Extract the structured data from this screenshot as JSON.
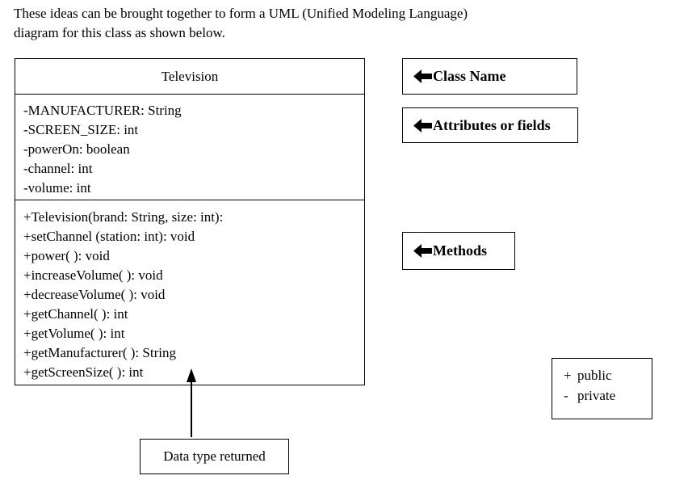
{
  "intro": {
    "line1": "These ideas can be brought together to form a UML (Unified Modeling Language)",
    "line2": "diagram for this class as shown below."
  },
  "uml_class": {
    "name": "Television",
    "attributes": [
      "-MANUFACTURER: String",
      "-SCREEN_SIZE: int",
      "-powerOn: boolean",
      "-channel: int",
      "-volume: int"
    ],
    "methods": [
      "+Television(brand: String, size: int):",
      "+setChannel (station: int): void",
      "+power( ): void",
      "+increaseVolume( ): void",
      "+decreaseVolume( ): void",
      "+getChannel( ): int",
      "+getVolume( ): int",
      "+getManufacturer( ): String",
      "+getScreenSize( ): int"
    ]
  },
  "callouts": {
    "class_name": "Class Name",
    "attributes": "Attributes or fields",
    "methods": "Methods",
    "data_type": "Data type returned"
  },
  "legend": {
    "rows": [
      {
        "symbol": "+",
        "label": "public"
      },
      {
        "symbol": "-",
        "label": "private"
      }
    ]
  },
  "icons": {
    "callout_arrow": "left-arrow",
    "data_type_pointer": "up-arrow"
  },
  "colors": {
    "ink": "#000000",
    "background": "#ffffff"
  }
}
